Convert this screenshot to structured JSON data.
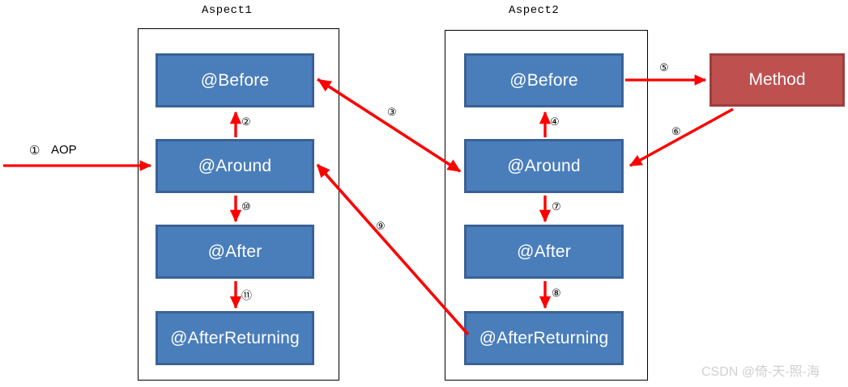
{
  "diagram": {
    "title_aspect1": "Aspect1",
    "title_aspect2": "Aspect2",
    "colors": {
      "advice_fill": "#4a7ebb",
      "advice_border": "#3a6295",
      "method_fill": "#bf5050",
      "method_border": "#9c3f3f",
      "arrow": "#ff0000",
      "container_border": "#000000",
      "background": "#ffffff",
      "watermark": "#d0d0d0"
    },
    "aspect1": {
      "label": "Aspect1",
      "boxes": [
        {
          "label": "@Before"
        },
        {
          "label": "@Around"
        },
        {
          "label": "@After"
        },
        {
          "label": "@AfterReturning"
        }
      ]
    },
    "aspect2": {
      "label": "Aspect2",
      "boxes": [
        {
          "label": "@Before"
        },
        {
          "label": "@Around"
        },
        {
          "label": "@After"
        },
        {
          "label": "@AfterReturning"
        }
      ]
    },
    "method": {
      "label": "Method"
    },
    "entry": {
      "marker": "①",
      "label": "AOP"
    },
    "steps": [
      {
        "marker": "②",
        "from": "aspect1.@Around",
        "to": "aspect1.@Before"
      },
      {
        "marker": "③",
        "from": "aspect1.@Before",
        "to": "aspect2.@Around"
      },
      {
        "marker": "④",
        "from": "aspect2.@Around",
        "to": "aspect2.@Before"
      },
      {
        "marker": "⑤",
        "from": "aspect2.@Before",
        "to": "method"
      },
      {
        "marker": "⑥",
        "from": "method",
        "to": "aspect2.@Around"
      },
      {
        "marker": "⑦",
        "from": "aspect2.@Around",
        "to": "aspect2.@After"
      },
      {
        "marker": "⑧",
        "from": "aspect2.@After",
        "to": "aspect2.@AfterReturning"
      },
      {
        "marker": "⑨",
        "from": "aspect2.@AfterReturning",
        "to": "aspect1.@Around"
      },
      {
        "marker": "⑩",
        "from": "aspect1.@Around",
        "to": "aspect1.@After"
      },
      {
        "marker": "⑪",
        "from": "aspect1.@After",
        "to": "aspect1.@AfterReturning"
      }
    ],
    "watermark": "CSDN @倚-天-照-海"
  }
}
